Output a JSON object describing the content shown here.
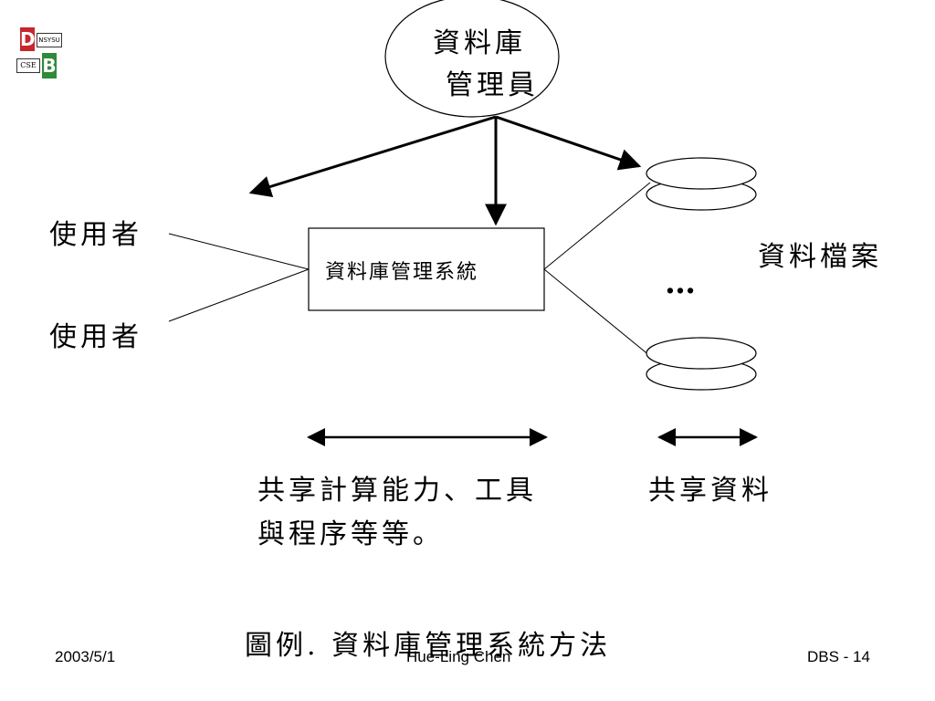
{
  "logo": {
    "top_letter": "D",
    "top_text": "NSYSU",
    "bottom_letter": "B",
    "bottom_text": "CSE"
  },
  "diagram": {
    "dba": {
      "line1": "資料庫",
      "line2": "管理員"
    },
    "dbms": "資料庫管理系統",
    "user_top": "使用者",
    "user_bottom": "使用者",
    "files_label": "資料檔案",
    "ellipsis": "…",
    "shared_compute_line1": "共享計算能力、工具",
    "shared_compute_line2": "與程序等等。",
    "shared_data": "共享資料"
  },
  "caption": "圖例.  資料庫管理系統方法",
  "footer": {
    "date": "2003/5/1",
    "author": "Hue-Ling Chen",
    "page": "DBS - 14"
  }
}
